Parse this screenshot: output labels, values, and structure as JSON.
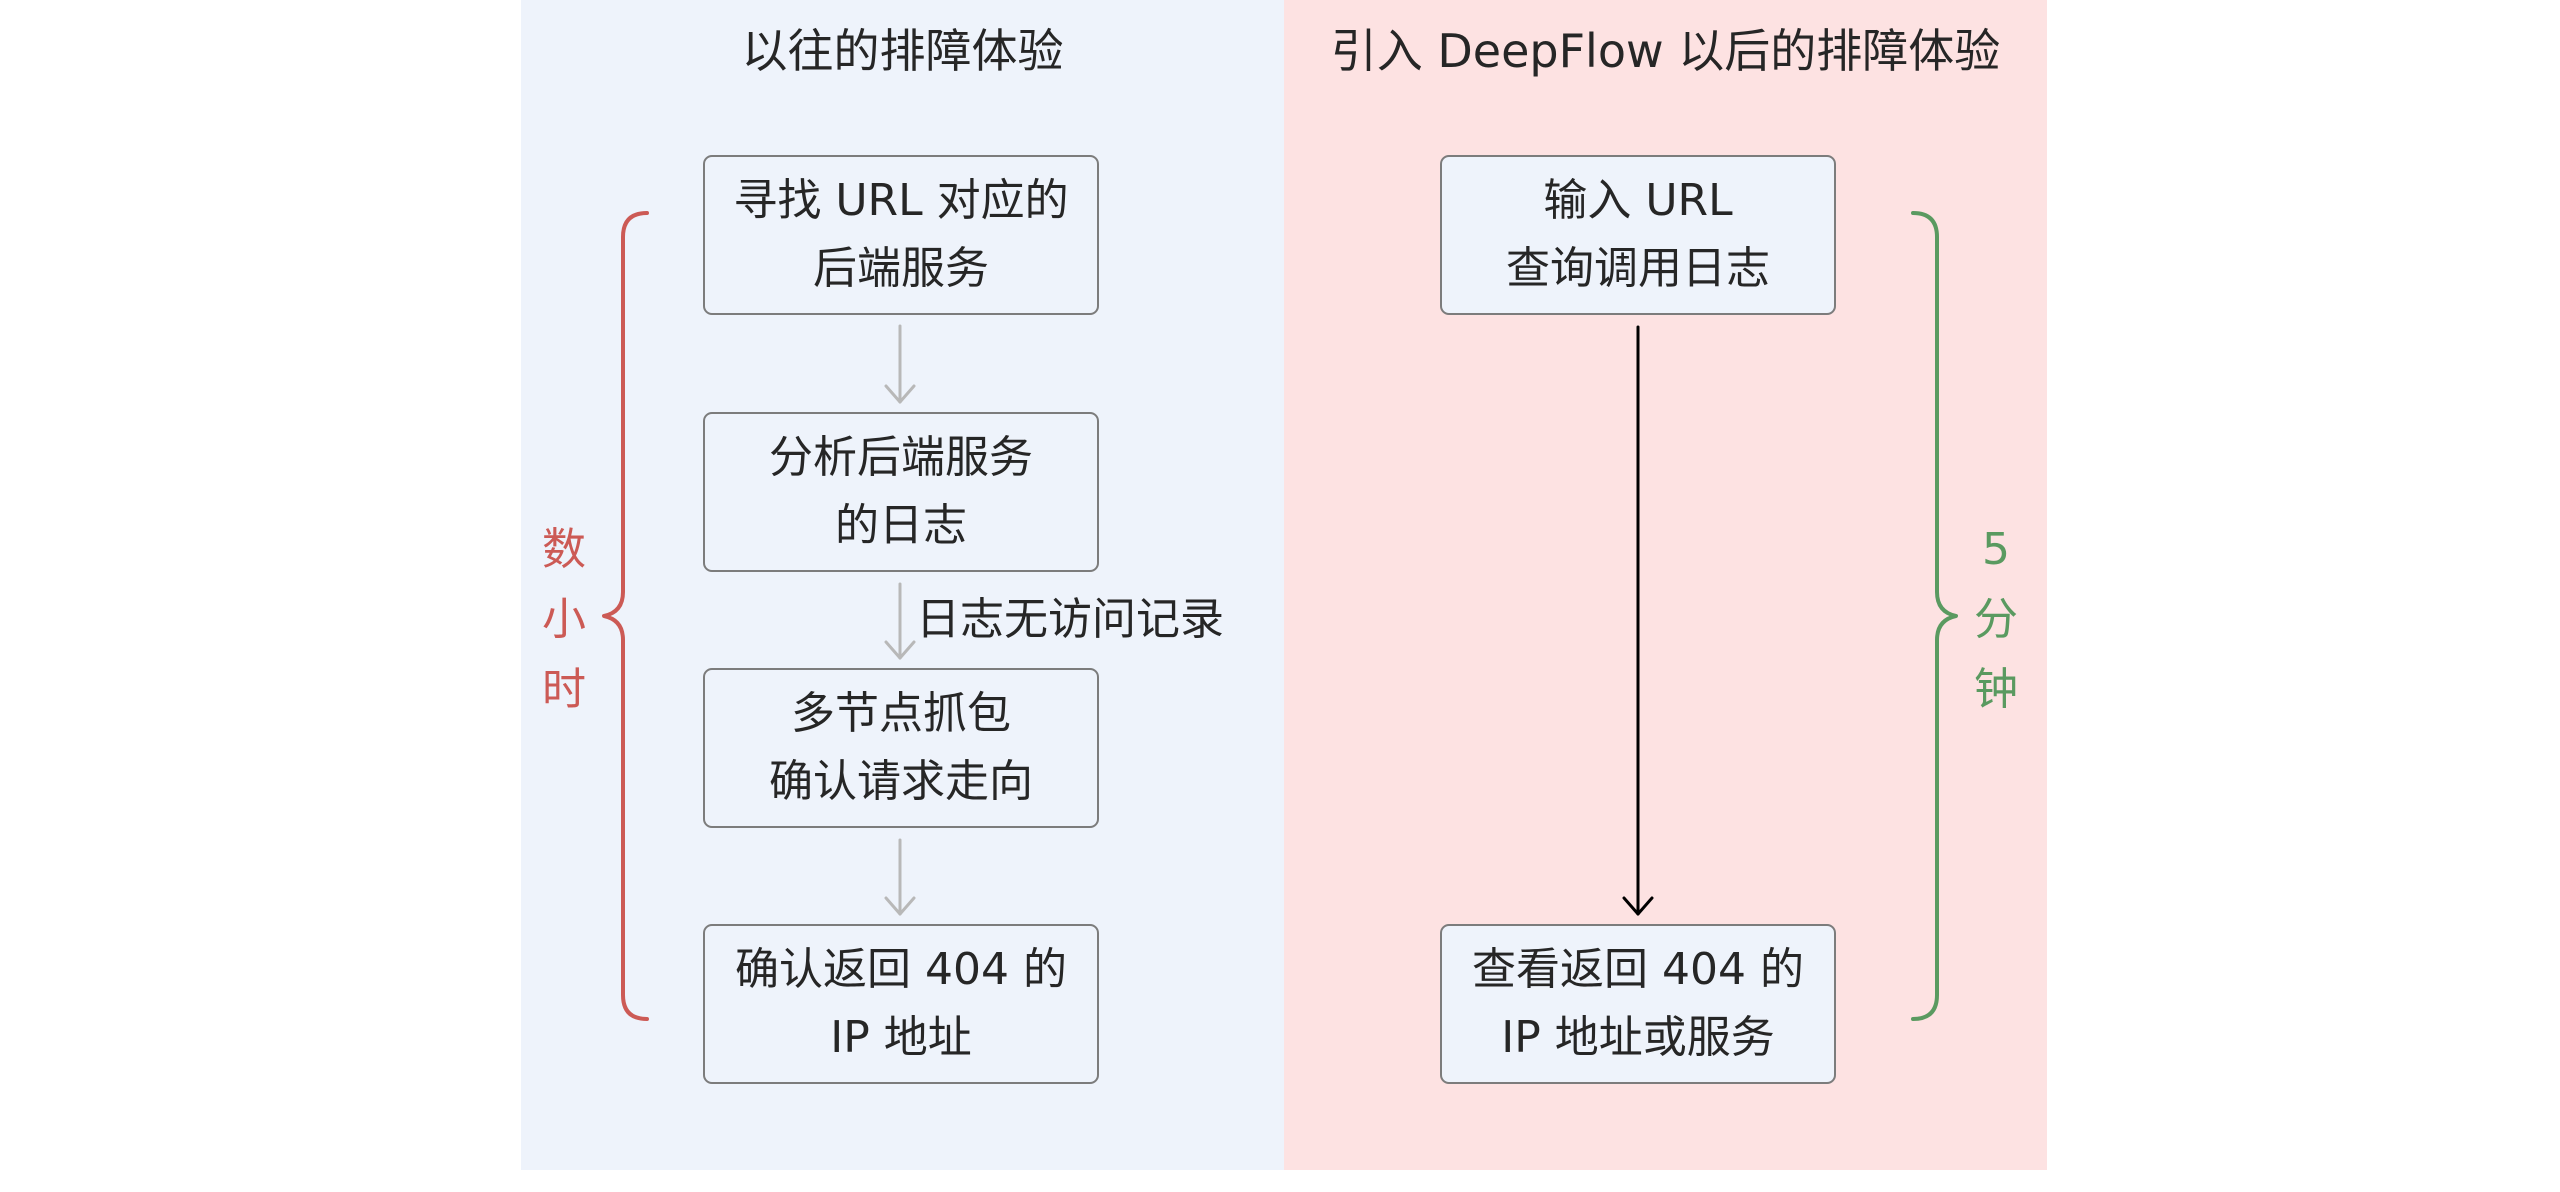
{
  "left": {
    "title": "以往的排障体验",
    "steps": [
      [
        "寻找 URL 对应的",
        "后端服务"
      ],
      [
        "分析后端服务",
        "的日志"
      ],
      [
        "多节点抓包",
        "确认请求走向"
      ],
      [
        "确认返回 404 的",
        "IP 地址"
      ]
    ],
    "edge_label": "日志无访问记录",
    "time_label": [
      "数",
      "小",
      "时"
    ]
  },
  "right": {
    "title": "引入 DeepFlow 以后的排障体验",
    "steps": [
      [
        "输入 URL",
        "查询调用日志"
      ],
      [
        "查看返回 404 的",
        "IP 地址或服务"
      ]
    ],
    "time_label": [
      "5",
      "分",
      "钟"
    ]
  },
  "colors": {
    "left_panel": "#eef3fb",
    "right_panel": "#fde2e2",
    "left_brace": "#cc5a55",
    "right_brace": "#5a9a60",
    "left_arrows": "#b8b8b8",
    "right_arrow": "#000000"
  }
}
